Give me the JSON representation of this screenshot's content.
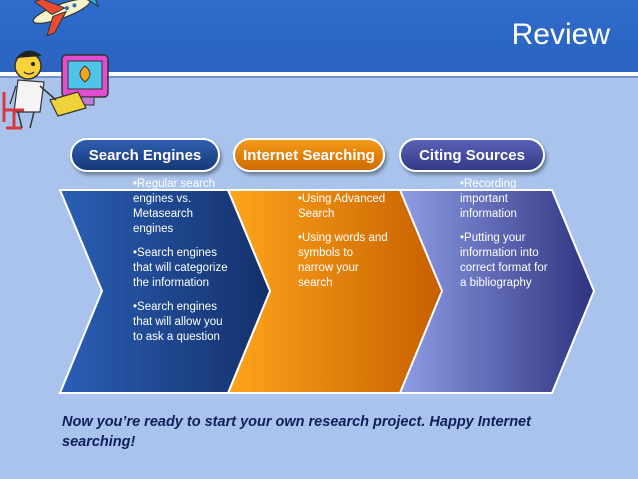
{
  "slide": {
    "title": "Review",
    "closing_text": "Now you’re ready to start your own research project. Happy Internet searching!"
  },
  "columns": [
    {
      "heading": "Search Engines",
      "color": "#1d3f86",
      "items": [
        "•Regular search engines vs. Metasearch engines",
        "•Search engines that will categorize the information",
        "•Search engines that will allow you to ask a question"
      ]
    },
    {
      "heading": "Internet Searching",
      "color": "#ef8a00",
      "items": [
        "•Using Advanced Search",
        "•Using words and symbols to narrow your search"
      ]
    },
    {
      "heading": "Citing Sources",
      "color": "#3c4296",
      "items": [
        "•Recording important information",
        "•Putting your information into correct format for a bibliography"
      ]
    }
  ],
  "clipart": {
    "icon": "computer-user-clipart-icon"
  }
}
